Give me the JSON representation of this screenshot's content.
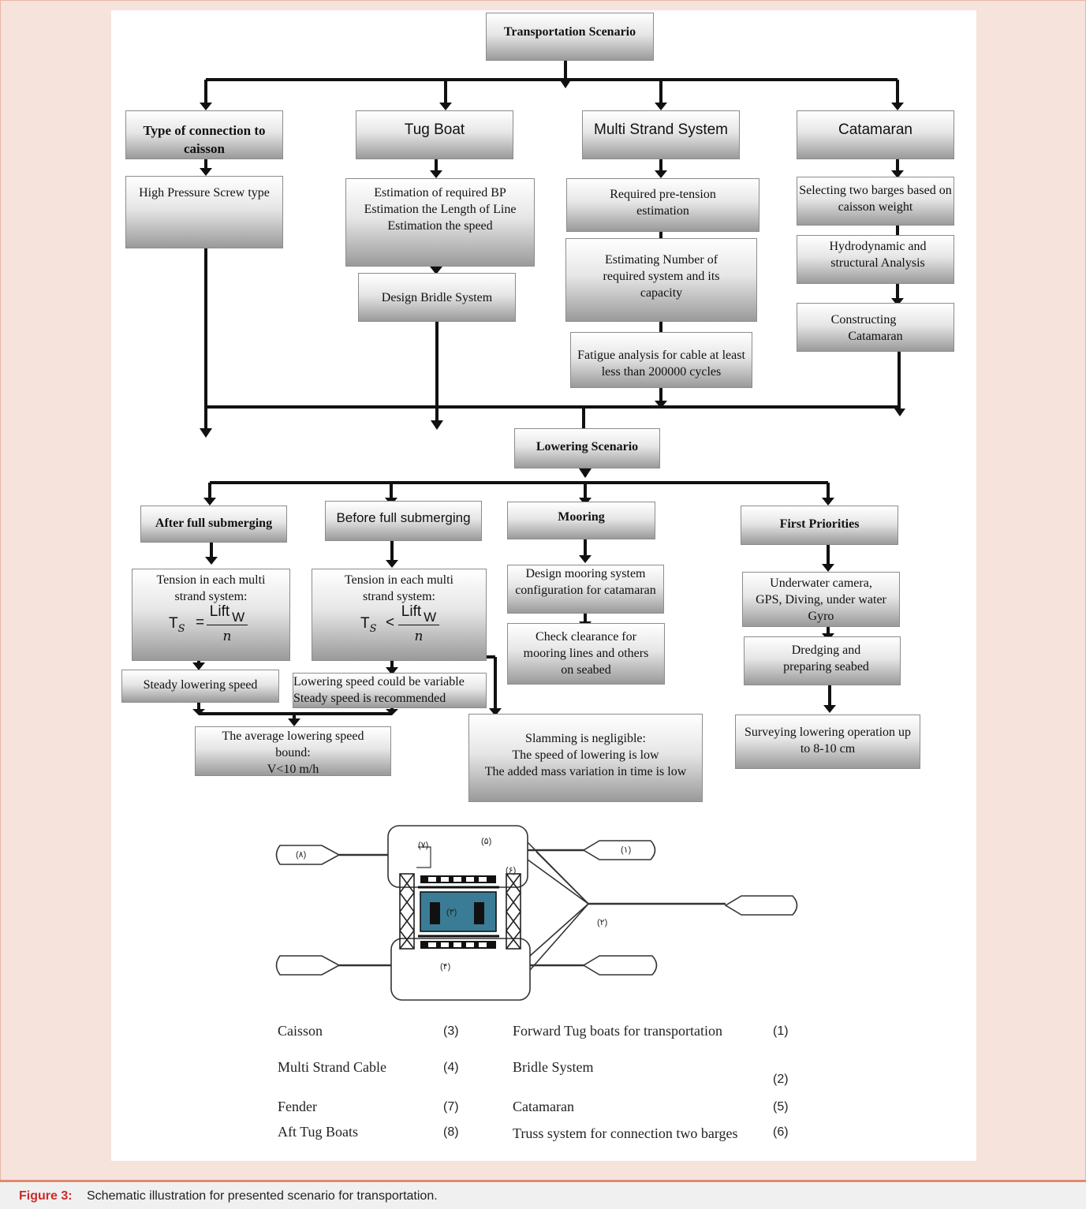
{
  "transport": {
    "title": "Transportation Scenario",
    "connection": "Type of connection to caisson",
    "connection_detail": "High Pressure Screw type",
    "tug": "Tug Boat",
    "tug_detail_1": "Estimation of required BP",
    "tug_detail_2": "Estimation the Length of Line",
    "tug_detail_3": "Estimation the speed",
    "bridle": "Design Bridle System",
    "multi": "Multi Strand System",
    "multi_1": "Required pre-tension estimation",
    "multi_2": "Estimating Number of required system and its capacity",
    "multi_3": "Fatigue analysis for cable at least less than 200000 cycles",
    "cat": "Catamaran",
    "cat_1": "Selecting two barges based on caisson weight",
    "cat_2": "Hydrodynamic and structural Analysis",
    "cat_3a": "Constructing",
    "cat_3b": "Catamaran"
  },
  "lowering": {
    "title": "Lowering Scenario",
    "after": "After full submerging",
    "after_1": "Tension in each multi strand system:",
    "after_eq_lhs": "T",
    "after_eq_sub": "S",
    "after_eq_op": "=",
    "eq_num": "Lift",
    "eq_num_sub": "W",
    "eq_den": "n",
    "after_2": "Steady lowering speed",
    "before": "Before full submerging",
    "before_1": "Tension in each multi strand system:",
    "before_eq_op": "<",
    "before_2a": "Lowering speed could be variable",
    "before_2b": "Steady speed is recommended",
    "avg_1": "The average lowering speed bound:",
    "avg_2": "V<10 m/h",
    "slam_1": "Slamming is negligible:",
    "slam_2": "The speed of lowering is low",
    "slam_3": "The added mass variation in time is low",
    "mooring": "Mooring",
    "moor_1": "Design mooring system configuration for catamaran",
    "moor_2": "Check clearance for mooring lines and others on seabed",
    "first": "First Priorities",
    "first_1": "Underwater camera, GPS, Diving, under water Gyro",
    "first_2": "Dredging and preparing seabed",
    "first_3": "Surveying lowering operation up to 8-10 cm"
  },
  "schematic": {
    "l1": "(۱)",
    "l2": "(۲)",
    "l3": "(۳)",
    "l4": "(۴)",
    "l5": "(۵)",
    "l6": "(۶)",
    "l7": "(۷)",
    "l8": "(۸)"
  },
  "legend": [
    {
      "name": "Caisson",
      "num": "(3)",
      "name2": "Forward Tug boats for transportation",
      "num2": "(1)"
    },
    {
      "name": "Multi Strand Cable",
      "num": "(4)",
      "name2": "Bridle System",
      "num2": "(2)"
    },
    {
      "name": "Fender",
      "num": "(7)",
      "name2": "Catamaran",
      "num2": "(5)"
    },
    {
      "name": "Aft Tug Boats",
      "num": "(8)",
      "name2": "Truss system for connection two barges",
      "num2": "(6)"
    }
  ],
  "caption": {
    "label": "Figure 3:",
    "text": "Schematic illustration for presented scenario for transportation."
  }
}
